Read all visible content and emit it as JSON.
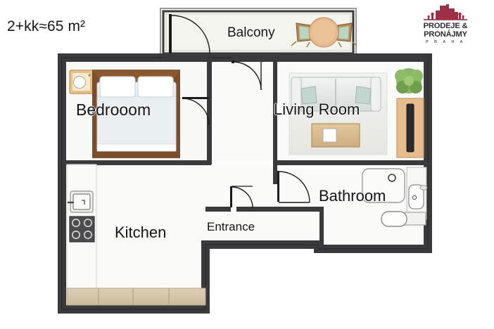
{
  "header": {
    "area_title": "2+kk≈65 m²",
    "logo": {
      "name": "PRODEJE & PRONÁJMY",
      "subtitle": "P R A H A",
      "icon": "building-skyline-icon",
      "color": "#9e3045"
    }
  },
  "floorplan": {
    "type": "apartment-floorplan",
    "unit_label": "2+kk",
    "area_m2": 65,
    "wall_color": "#3a3a3c",
    "floor_color": "#f7f7f3",
    "rooms": [
      {
        "id": "balcony",
        "label": "Balcony",
        "furniture": [
          "round-table",
          "chair-left",
          "chair-right"
        ]
      },
      {
        "id": "bedroom",
        "label": "Bedrooom",
        "furniture": [
          "double-bed",
          "pillow-left",
          "pillow-right",
          "nightstand",
          "table-lamp"
        ]
      },
      {
        "id": "living_room",
        "label": "Living Room",
        "furniture": [
          "sofa",
          "cushion-left",
          "cushion-right",
          "coffee-table",
          "area-rug",
          "potted-plant",
          "tv-sideboard",
          "television"
        ]
      },
      {
        "id": "bathroom",
        "label": "Bathroom",
        "furniture": [
          "bathtub",
          "washbasin",
          "toilet"
        ]
      },
      {
        "id": "kitchen",
        "label": "Kitchen",
        "furniture": [
          "sink",
          "cooktop-4-burner",
          "base-cabinets"
        ]
      },
      {
        "id": "entrance",
        "label": "Entrance",
        "furniture": []
      }
    ],
    "doors": [
      {
        "id": "balcony-door",
        "swing": "right"
      },
      {
        "id": "hall-door",
        "swing": "right"
      },
      {
        "id": "bedroom-door",
        "swing": "left"
      },
      {
        "id": "entrance-door",
        "swing": "right"
      },
      {
        "id": "bathroom-door",
        "swing": "right"
      }
    ]
  }
}
